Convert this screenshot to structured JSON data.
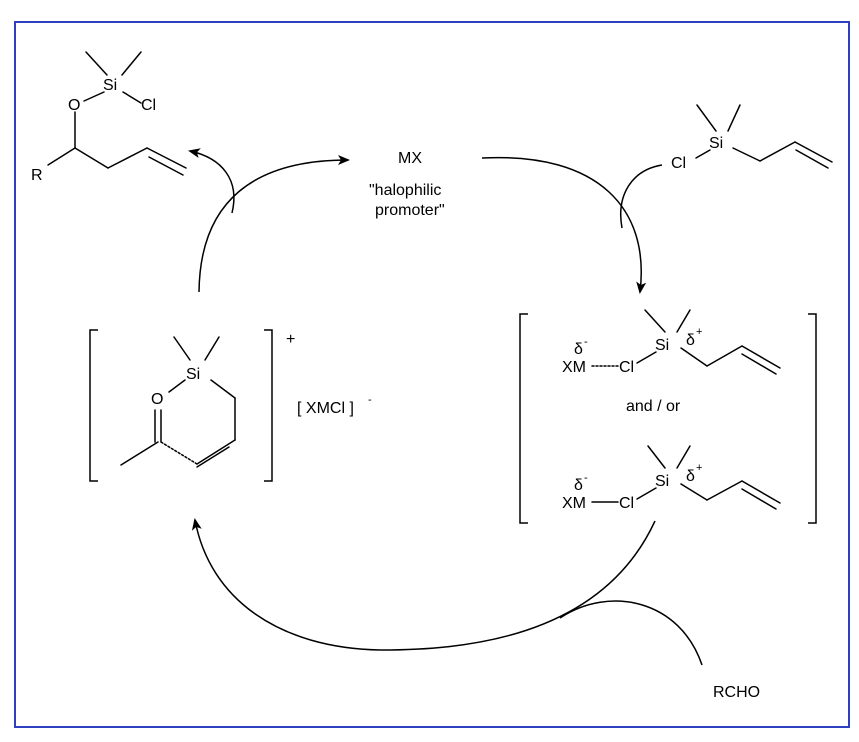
{
  "colors": {
    "frame": "#2f3fbf",
    "ink": "#000000",
    "background": "#ffffff"
  },
  "product": {
    "si": "Si",
    "o": "O",
    "cl": "Cl",
    "r": "R"
  },
  "promoter": {
    "formula": "MX",
    "line1": "\"halophilic",
    "line2": "promoter\""
  },
  "reagent": {
    "cl": "Cl",
    "si": "Si"
  },
  "activated": {
    "top": {
      "delta_minus": "δ",
      "minus": "-",
      "xm": "XM",
      "cl": "Cl",
      "si": "Si",
      "delta_plus": "δ",
      "plus": "+"
    },
    "connector": "and / or",
    "bottom": {
      "delta_minus": "δ",
      "minus": "-",
      "xm": "XM",
      "cl": "Cl",
      "si": "Si",
      "delta_plus": "δ",
      "plus": "+"
    }
  },
  "transition_state": {
    "si": "Si",
    "o": "O",
    "charge": "+",
    "counterion": "[ XMCl ]",
    "counterion_charge": "-"
  },
  "aldehyde": "RCHO"
}
